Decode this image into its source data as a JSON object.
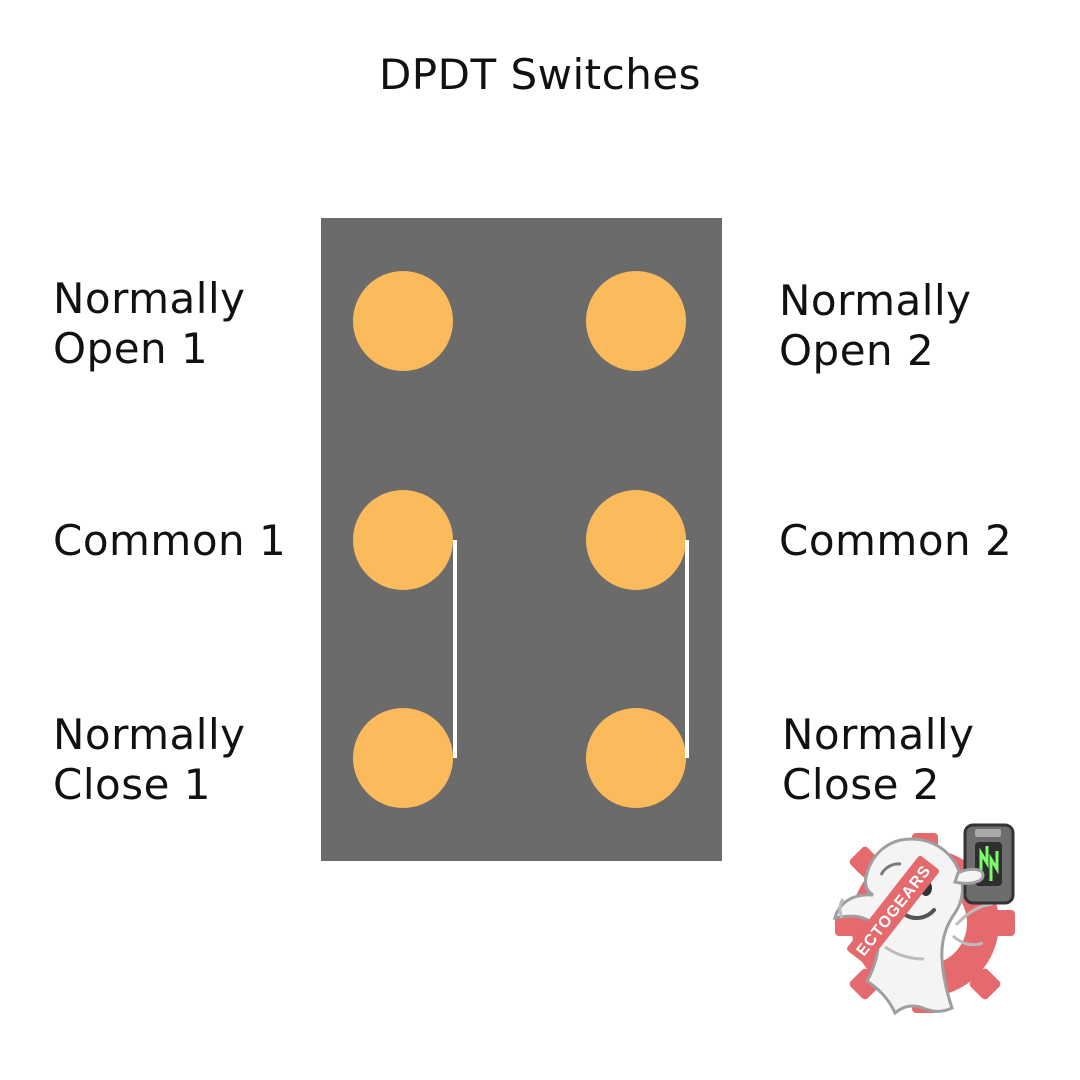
{
  "title": "DPDT Switches",
  "colors": {
    "body": "#6b6b6b",
    "terminal": "#fbbb5c",
    "jumper": "#ffffff",
    "gear": "#e46a6d",
    "ghost": "#f4f4f4"
  },
  "labels": {
    "normally_open_1": {
      "line1": "Normally",
      "line2": "Open 1"
    },
    "common_1": {
      "line1": "Common 1"
    },
    "normally_close_1": {
      "line1": "Normally",
      "line2": "Close 1"
    },
    "normally_open_2": {
      "line1": "Normally",
      "line2": "Open 2"
    },
    "common_2": {
      "line1": "Common 2"
    },
    "normally_close_2": {
      "line1": "Normally",
      "line2": "Close 2"
    }
  },
  "logo": {
    "text": "ECTOGEARS",
    "icon": "ghost-gear-logo"
  }
}
